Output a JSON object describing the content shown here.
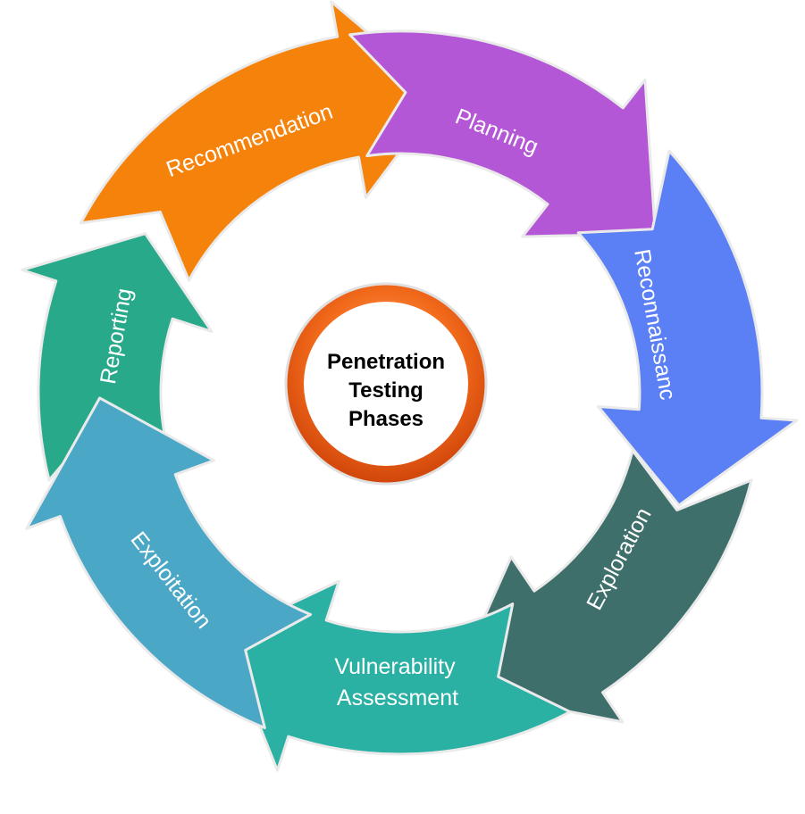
{
  "center": {
    "lines": [
      "Penetration",
      "Testing",
      "Phases"
    ],
    "ring_color": "#f26a1b"
  },
  "phases": [
    {
      "label": "Recommendation",
      "color": "#f5820b"
    },
    {
      "label": "Planning",
      "color": "#b457d6"
    },
    {
      "label": "Reconnaissanc",
      "color": "#5b7ff4"
    },
    {
      "label": "Exploration",
      "color": "#3f6f6b"
    },
    {
      "label": "Vulnerability",
      "label2": "Assessment",
      "color": "#2bb0a4"
    },
    {
      "label": "Exploitation",
      "color": "#4aa7c6"
    },
    {
      "label": "Reporting",
      "color": "#27a98a"
    }
  ]
}
